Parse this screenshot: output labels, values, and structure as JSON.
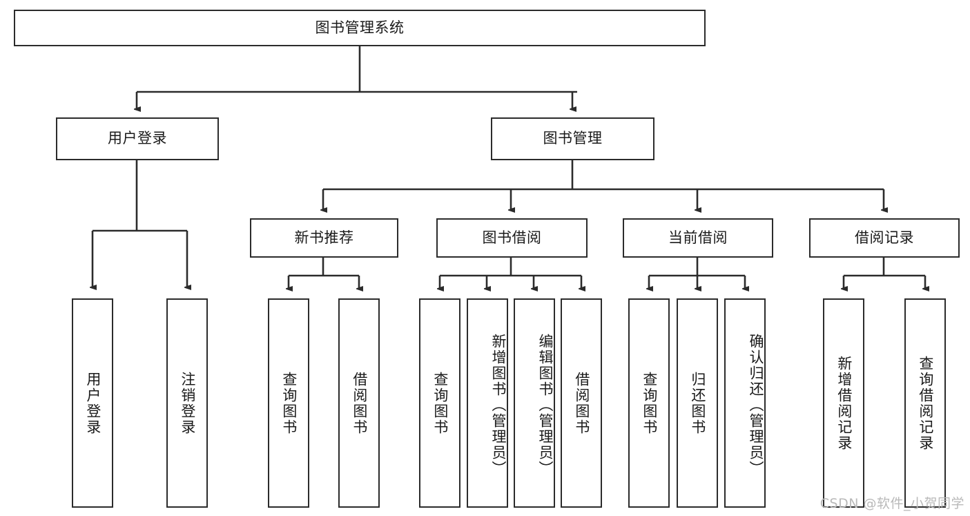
{
  "diagram": {
    "title": "图书管理系统",
    "watermark": "CSDN @软件_小贺同学",
    "type": "tree-hierarchy",
    "orientation": "top-down",
    "colors": {
      "box_border": "#2b2b2b",
      "box_fill": "#ffffff",
      "edge": "#2b2b2b",
      "text": "#1a1a1a",
      "watermark": "#b9b9b9",
      "background": "#ffffff"
    },
    "levels": [
      {
        "level": 1,
        "nodes": [
          {
            "id": "root",
            "label": "图书管理系统"
          }
        ]
      },
      {
        "level": 2,
        "nodes": [
          {
            "id": "user-login",
            "label": "用户登录"
          },
          {
            "id": "book-manage",
            "label": "图书管理"
          }
        ]
      },
      {
        "level": 3,
        "nodes": [
          {
            "id": "new-book-rec",
            "label": "新书推荐"
          },
          {
            "id": "book-borrow",
            "label": "图书借阅"
          },
          {
            "id": "current-borrow",
            "label": "当前借阅"
          },
          {
            "id": "borrow-record",
            "label": "借阅记录"
          }
        ]
      },
      {
        "level": 4,
        "nodes": [
          {
            "id": "leaf-user-login",
            "label": "用户登录"
          },
          {
            "id": "leaf-logout",
            "label": "注销登录"
          },
          {
            "id": "leaf-query-book-1",
            "label": "查询图书"
          },
          {
            "id": "leaf-borrow-book-1",
            "label": "借阅图书"
          },
          {
            "id": "leaf-query-book-2",
            "label": "查询图书"
          },
          {
            "id": "leaf-add-book",
            "label": "新增图书（管理员）"
          },
          {
            "id": "leaf-edit-book",
            "label": "编辑图书（管理员）"
          },
          {
            "id": "leaf-borrow-book-2",
            "label": "借阅图书"
          },
          {
            "id": "leaf-query-book-3",
            "label": "查询图书"
          },
          {
            "id": "leaf-return-book",
            "label": "归还图书"
          },
          {
            "id": "leaf-confirm-return",
            "label": "确认归还（管理员）"
          },
          {
            "id": "leaf-add-record",
            "label": "新增借阅记录"
          },
          {
            "id": "leaf-query-record",
            "label": "查询借阅记录"
          }
        ]
      }
    ],
    "edges": [
      {
        "from": "root",
        "to": "user-login"
      },
      {
        "from": "root",
        "to": "book-manage"
      },
      {
        "from": "user-login",
        "to": "leaf-user-login"
      },
      {
        "from": "user-login",
        "to": "leaf-logout"
      },
      {
        "from": "book-manage",
        "to": "new-book-rec"
      },
      {
        "from": "book-manage",
        "to": "book-borrow"
      },
      {
        "from": "book-manage",
        "to": "current-borrow"
      },
      {
        "from": "book-manage",
        "to": "borrow-record"
      },
      {
        "from": "new-book-rec",
        "to": "leaf-query-book-1"
      },
      {
        "from": "new-book-rec",
        "to": "leaf-borrow-book-1"
      },
      {
        "from": "book-borrow",
        "to": "leaf-query-book-2"
      },
      {
        "from": "book-borrow",
        "to": "leaf-add-book"
      },
      {
        "from": "book-borrow",
        "to": "leaf-edit-book"
      },
      {
        "from": "book-borrow",
        "to": "leaf-borrow-book-2"
      },
      {
        "from": "current-borrow",
        "to": "leaf-query-book-3"
      },
      {
        "from": "current-borrow",
        "to": "leaf-return-book"
      },
      {
        "from": "current-borrow",
        "to": "leaf-confirm-return"
      },
      {
        "from": "borrow-record",
        "to": "leaf-add-record"
      },
      {
        "from": "borrow-record",
        "to": "leaf-query-record"
      }
    ]
  }
}
